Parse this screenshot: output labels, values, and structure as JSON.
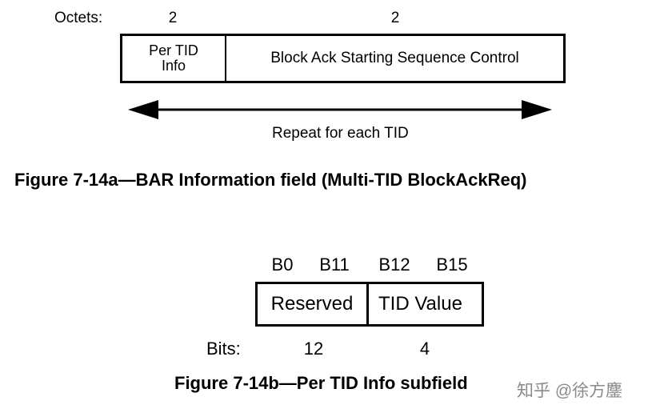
{
  "figure_a": {
    "octets_label": "Octets:",
    "octets_values": [
      "2",
      "2"
    ],
    "fields": [
      "Per TID Info",
      "Block Ack Starting Sequence Control"
    ],
    "field_tid_lines": [
      "Per TID",
      "Info"
    ],
    "repeat_label": "Repeat for each TID",
    "caption": "Figure 7-14a—BAR Information field (Multi-TID BlockAckReq)"
  },
  "figure_b": {
    "bit_positions": [
      "B0",
      "B11",
      "B12",
      "B15"
    ],
    "fields": [
      "Reserved",
      "TID Value"
    ],
    "bits_label": "Bits:",
    "bits_values": [
      "12",
      "4"
    ],
    "caption": "Figure 7-14b—Per TID Info subfield"
  },
  "watermark": "知乎 @徐方鏖"
}
